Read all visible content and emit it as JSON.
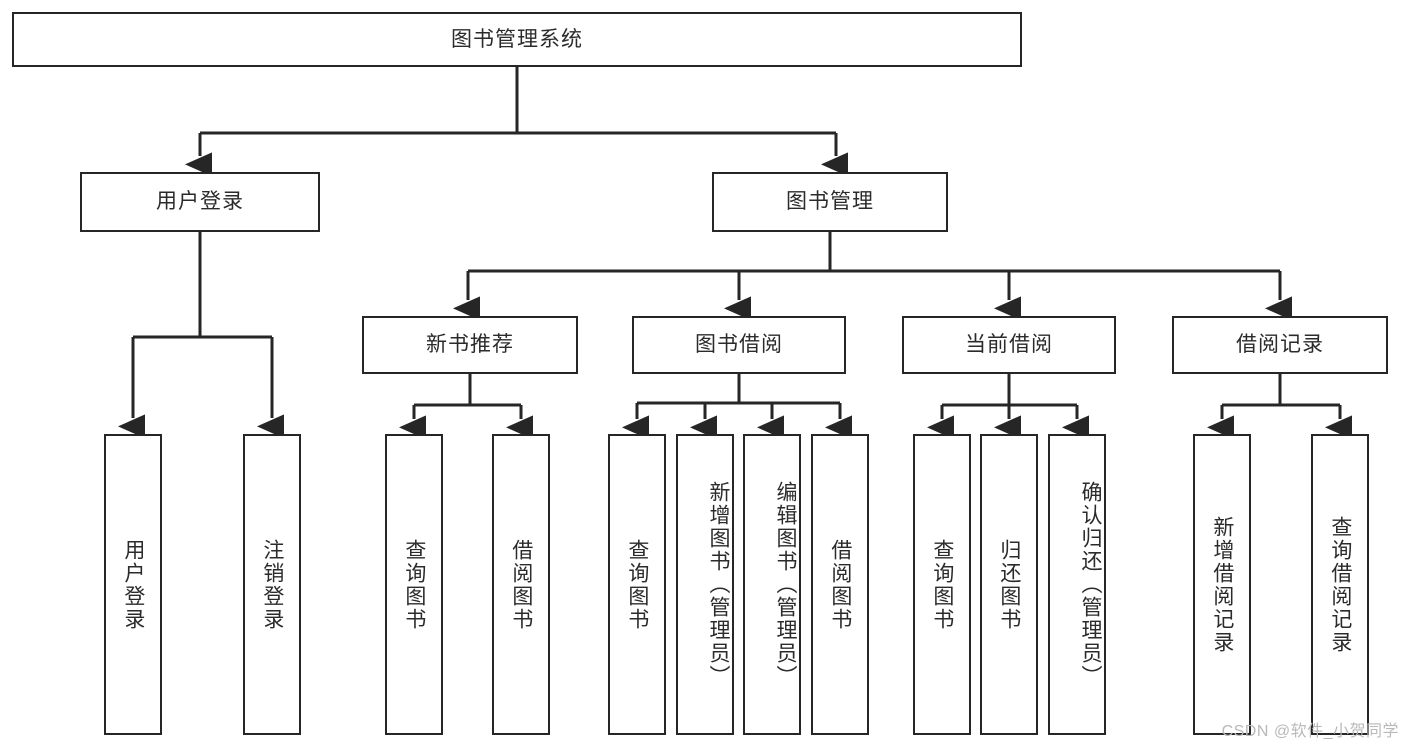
{
  "diagram": {
    "type": "tree",
    "title": "图书管理系统",
    "root": {
      "label": "图书管理系统"
    },
    "level1": [
      {
        "label": "用户登录"
      },
      {
        "label": "图书管理"
      }
    ],
    "level2": [
      {
        "label": "新书推荐"
      },
      {
        "label": "图书借阅"
      },
      {
        "label": "当前借阅"
      },
      {
        "label": "借阅记录"
      }
    ],
    "leaves": {
      "user_login": [
        {
          "label": "用户登录"
        },
        {
          "label": "注销登录"
        }
      ],
      "new_book_recommend": [
        {
          "label": "查询图书"
        },
        {
          "label": "借阅图书"
        }
      ],
      "book_borrow": [
        {
          "label": "查询图书"
        },
        {
          "label": "新增图书（管理员）"
        },
        {
          "label": "编辑图书（管理员）"
        },
        {
          "label": "借阅图书"
        }
      ],
      "current_borrow": [
        {
          "label": "查询图书"
        },
        {
          "label": "归还图书"
        },
        {
          "label": "确认归还（管理员）"
        }
      ],
      "borrow_records": [
        {
          "label": "新增借阅记录"
        },
        {
          "label": "查询借阅记录"
        }
      ]
    },
    "colors": {
      "stroke": "#262626",
      "fill": "#ffffff",
      "text": "#2b2b2b",
      "watermark": "#b9b9b9"
    }
  },
  "watermark": {
    "text": "CSDN @软件_小贺同学"
  }
}
